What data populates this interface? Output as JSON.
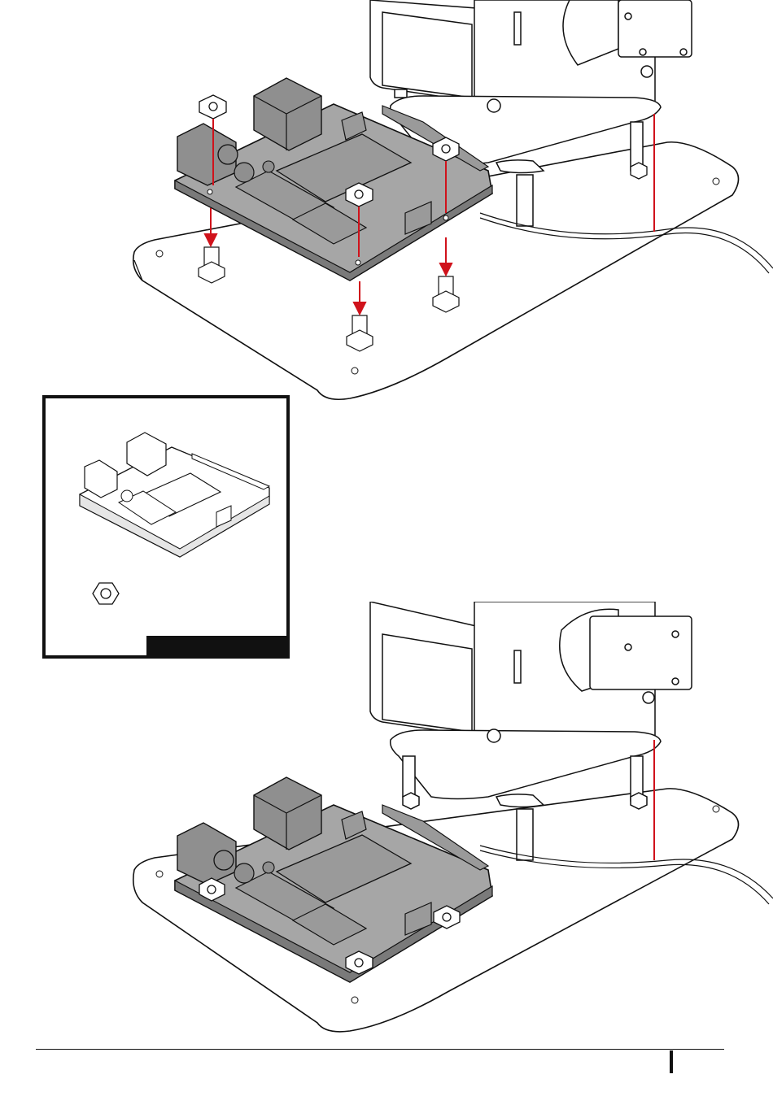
{
  "document": {
    "type": "assembly-instruction-page",
    "steps": [
      {
        "id": "mount-board",
        "description": ""
      },
      {
        "id": "result",
        "description": ""
      }
    ]
  },
  "inset": {
    "parts": [
      {
        "icon": "board-icon",
        "quantity": ""
      },
      {
        "icon": "nut-icon",
        "quantity": ""
      }
    ],
    "footer_label": ""
  },
  "colors": {
    "board": "#a6a6a6",
    "board_edge": "#7a7a7a",
    "outline": "#111111",
    "arrow": "#d0121b",
    "paper": "#ffffff"
  },
  "page_number": ""
}
